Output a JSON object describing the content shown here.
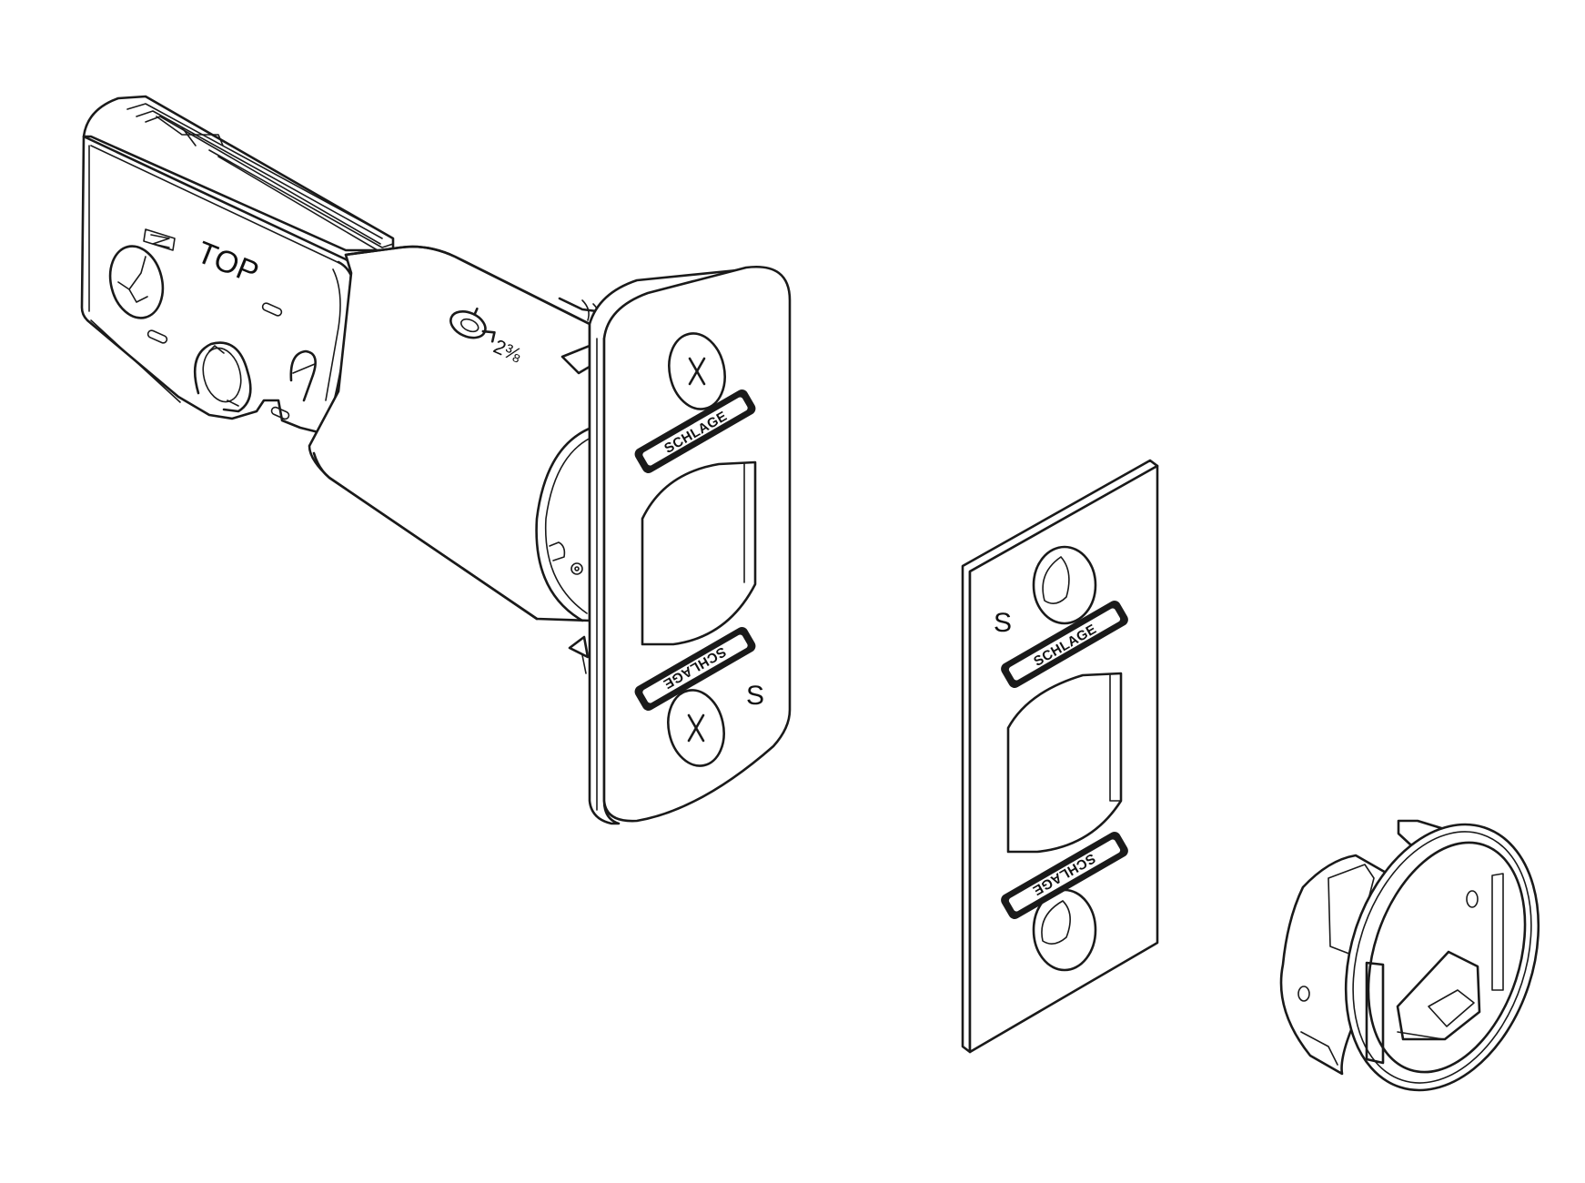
{
  "diagram": {
    "type": "exploded-parts-line-drawing",
    "subject": "Door latch assembly",
    "background": "#ffffff",
    "line_color": "#1a1a1a",
    "parts": [
      {
        "id": "latch",
        "name": "Latch with rounded faceplate",
        "labels": {
          "top_mark": "TOP",
          "backset_mark": "2⅜",
          "faceplate_badge_upper": "SCHLAGE",
          "faceplate_badge_lower": "SCHLAGE",
          "faceplate_stamp": "S"
        },
        "screws": 2
      },
      {
        "id": "strike",
        "name": "Strike plate",
        "labels": {
          "stamp": "S",
          "badge_upper": "SCHLAGE",
          "badge_lower": "SCHLAGE"
        },
        "screw_holes": 2
      },
      {
        "id": "collar",
        "name": "Drive-in collar / ring",
        "labels": {}
      }
    ]
  }
}
